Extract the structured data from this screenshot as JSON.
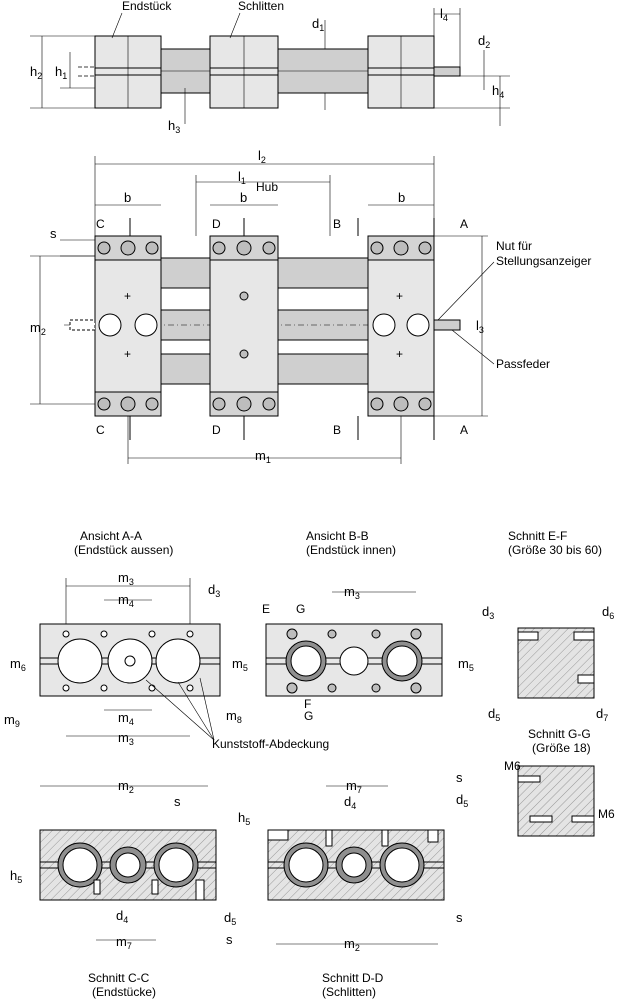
{
  "labels": {
    "endstueck": "Endstück",
    "schlitten": "Schlitten",
    "hub": "Hub",
    "nut": "Nut für",
    "nut2": "Stellungsanzeiger",
    "passfeder": "Passfeder",
    "kunststoff": "Kunststoff-Abdeckung"
  },
  "views": {
    "aa_title": "Ansicht A-A",
    "aa_sub": "(Endstück aussen)",
    "bb_title": "Ansicht B-B",
    "bb_sub": "(Endstück innen)",
    "ef_title": "Schnitt E-F",
    "ef_sub": "(Größe 30 bis 60)",
    "gg_title": "Schnitt G-G",
    "gg_sub": "(Größe 18)",
    "cc_title": "Schnitt C-C",
    "cc_sub": "(Endstücke)",
    "dd_title": "Schnitt D-D",
    "dd_sub": "(Schlitten)"
  },
  "section_marks": {
    "A": "A",
    "B": "B",
    "C": "C",
    "D": "D",
    "E": "E",
    "F": "F",
    "G": "G"
  },
  "dims": {
    "h": "h",
    "d": "d",
    "l": "l",
    "m": "m",
    "b": "b",
    "s": "s",
    "M6": "M6",
    "i1": "1",
    "i2": "2",
    "i3": "3",
    "i4": "4",
    "i5": "5",
    "i6": "6",
    "i7": "7",
    "i8": "8",
    "i9": "9"
  }
}
